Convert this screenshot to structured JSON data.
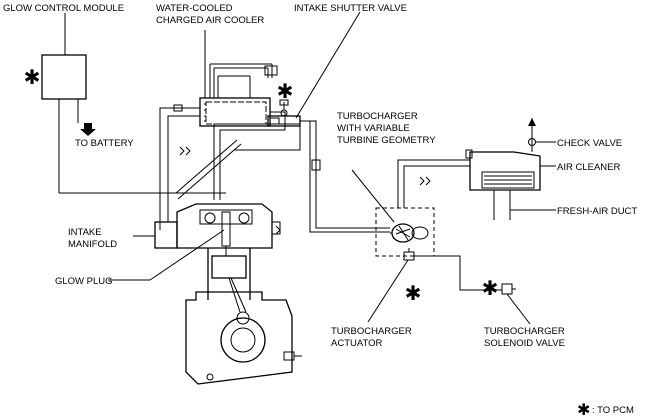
{
  "labels": {
    "glow_control_module": "GLOW CONTROL MODULE",
    "water_cooled_1": "WATER-COOLED",
    "water_cooled_2": "CHARGED AIR COOLER",
    "intake_shutter_valve": "INTAKE SHUTTER VALVE",
    "to_battery": "TO BATTERY",
    "turbo_vtg_1": "TURBOCHARGER",
    "turbo_vtg_2": "WITH VARIABLE",
    "turbo_vtg_3": "TURBINE GEOMETRY",
    "check_valve": "CHECK VALVE",
    "air_cleaner": "AIR CLEANER",
    "fresh_air_duct": "FRESH-AIR DUCT",
    "intake_manifold_1": "INTAKE",
    "intake_manifold_2": "MANIFOLD",
    "glow_plug": "GLOW PLUG",
    "turbo_actuator_1": "TURBOCHARGER",
    "turbo_actuator_2": "ACTUATOR",
    "turbo_solenoid_1": "TURBOCHARGER",
    "turbo_solenoid_2": "SOLENOID VALVE",
    "legend_symbol": "✱",
    "legend_text": ": TO PCM"
  },
  "markers": {
    "asterisk": "✱"
  }
}
